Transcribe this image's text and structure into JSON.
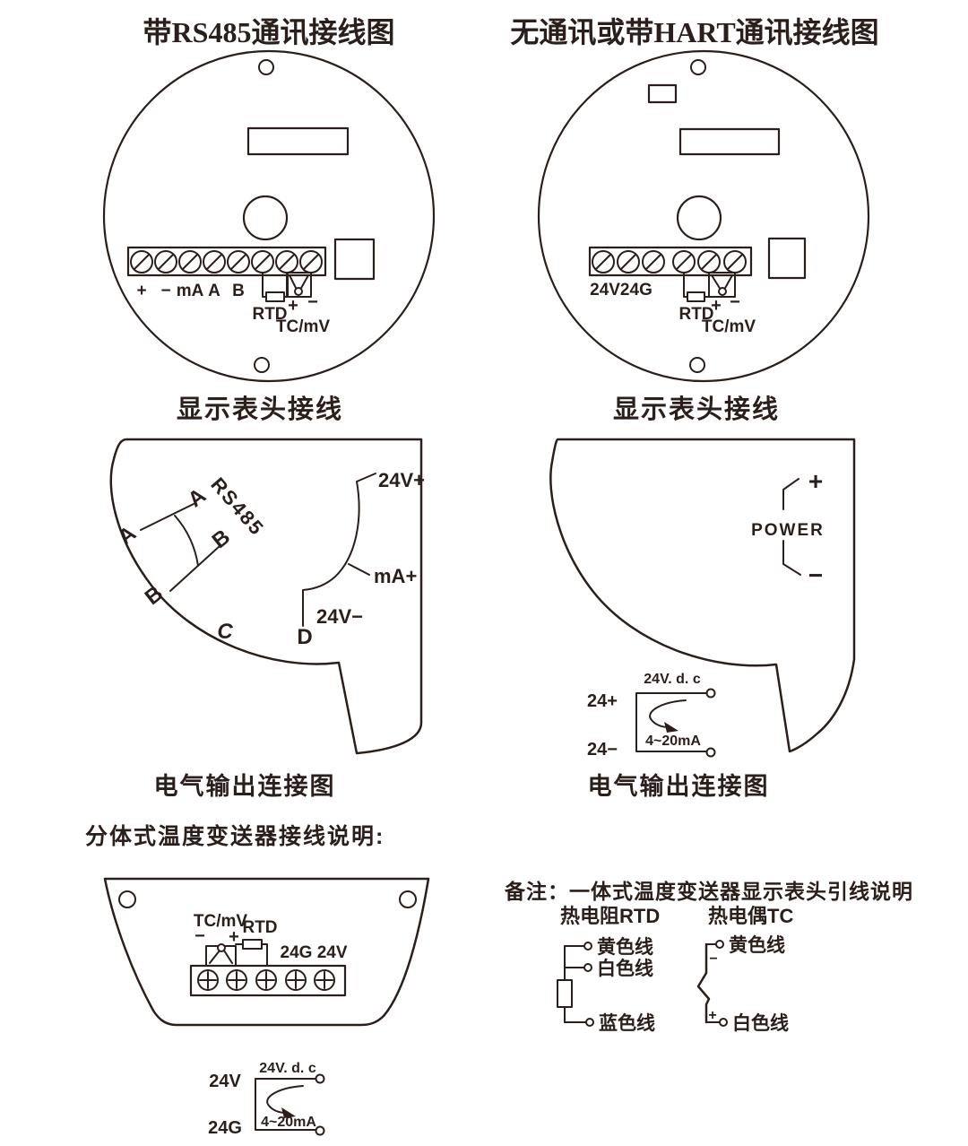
{
  "colors": {
    "ink": "#2a1f1a",
    "background": "#ffffff"
  },
  "rs485_head": {
    "title": "带RS485通讯接线图",
    "caption": "显示表头接线",
    "terminals": [
      "+",
      "−",
      "mA",
      "A",
      "B"
    ],
    "rtd_label": "RTD",
    "tc_plus": "+",
    "tc_minus": "−",
    "tc_label": "TC/mV"
  },
  "hart_head": {
    "title": "无通讯或带HART通讯接线图",
    "caption": "显示表头接线",
    "power_terminals": "24V24G",
    "rtd_label": "RTD",
    "tc_plus": "+",
    "tc_minus": "−",
    "tc_label": "TC/mV"
  },
  "rs485_output": {
    "caption": "电气输出连接图",
    "a_outer": "A",
    "a_inner": "A",
    "b_inner": "B",
    "b_outer": "B",
    "bus_label": "RS485",
    "c_label": "C",
    "d_label": "D",
    "v_plus": "24V+",
    "ma_plus": "mA+",
    "v_minus": "24V−"
  },
  "hart_output": {
    "caption": "电气输出连接图",
    "power_label": "POWER",
    "plus": "+",
    "minus": "−",
    "supply_pos": "24+",
    "supply_neg": "24−",
    "vdc_label": "24V. d. c",
    "range_label": "4~20mA"
  },
  "split": {
    "title": "分体式温度变送器接线说明:",
    "tc_label": "TC/mV",
    "rtd_label": "RTD",
    "minus": "−",
    "plus": "+",
    "power_terminals": "24G 24V",
    "supply_pos": "24V",
    "supply_neg": "24G",
    "vdc_label": "24V. d. c",
    "range_label": "4~20mA"
  },
  "note": {
    "title": "备注：一体式温度变送器显示表头引线说明",
    "rtd_heading": "热电阻RTD",
    "tc_heading": "热电偶TC",
    "rtd_wires": [
      "黄色线",
      "白色线",
      "蓝色线"
    ],
    "tc_minus": "−",
    "tc_plus": "+",
    "tc_wires": [
      "黄色线",
      "白色线"
    ]
  }
}
